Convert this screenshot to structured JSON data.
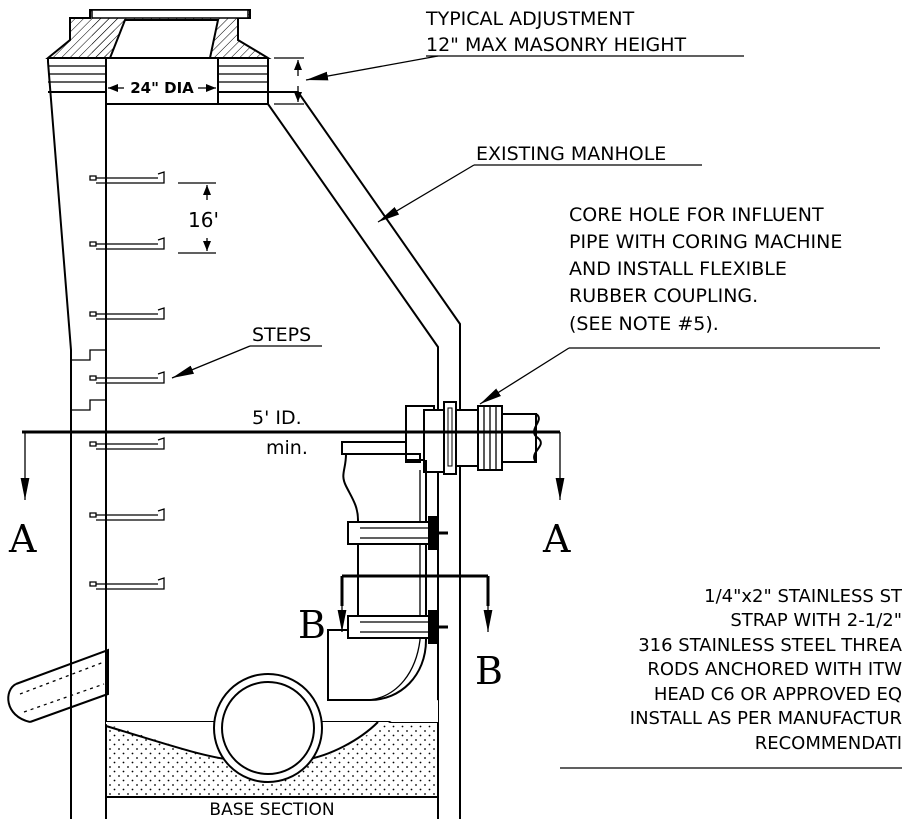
{
  "labels": {
    "adjustment_line1": "TYPICAL ADJUSTMENT",
    "adjustment_line2": "12\" MAX MASONRY HEIGHT",
    "dia": "24\" DIA",
    "existing_manhole": "EXISTING MANHOLE",
    "core_line1": "CORE HOLE FOR INFLUENT",
    "core_line2": "PIPE WITH CORING MACHINE",
    "core_line3": "AND INSTALL FLEXIBLE",
    "core_line4": "RUBBER COUPLING.",
    "core_line5": "(SEE NOTE #5).",
    "step_spacing": "16'",
    "steps": "STEPS",
    "id_line1": "5' ID.",
    "id_line2": "min.",
    "section_a_left": "A",
    "section_a_right": "A",
    "section_b_left": "B",
    "section_b_right": "B",
    "strap_line1": "1/4\"x2\" STAINLESS ST",
    "strap_line2": "STRAP WITH 2-1/2\"",
    "strap_line3": "316 STAINLESS STEEL THREA",
    "strap_line4": "RODS ANCHORED WITH ITW",
    "strap_line5": "HEAD C6 OR APPROVED EQ",
    "strap_line6": "INSTALL AS PER MANUFACTUR",
    "strap_line7": "RECOMMENDATI",
    "base_section": "BASE SECTION"
  },
  "colors": {
    "line": "#000000",
    "background": "#ffffff"
  }
}
